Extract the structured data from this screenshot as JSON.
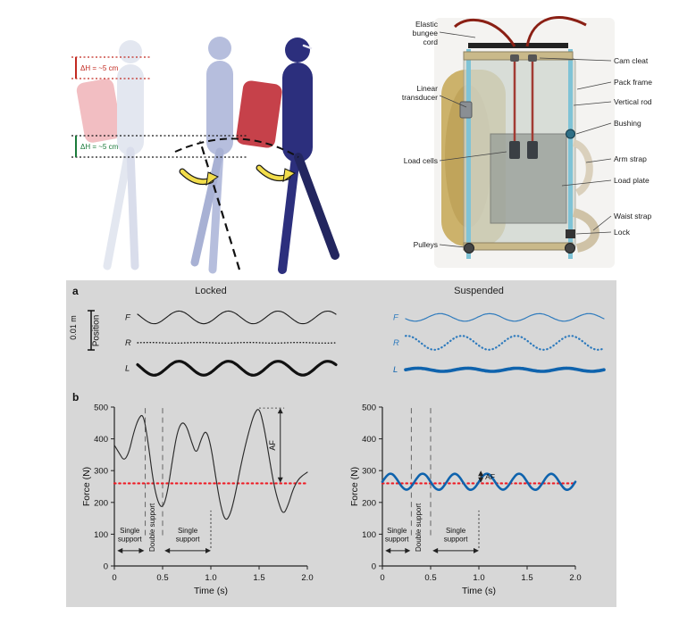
{
  "figure": {
    "panel_a": "a",
    "panel_b": "b"
  },
  "illustration": {
    "dh_upper": "ΔH = ~5 cm",
    "dh_lower": "ΔH = ~5 cm"
  },
  "apparatus": {
    "left": [
      [
        "Elastic",
        "bungee",
        "cord"
      ],
      [
        "Linear",
        "transducer"
      ],
      [
        "Load cells"
      ],
      [
        "Pulleys"
      ]
    ],
    "right": [
      [
        "Cam cleat"
      ],
      [
        "Pack frame"
      ],
      [
        "Vertical rod"
      ],
      [
        "Bushing"
      ],
      [
        "Arm strap"
      ],
      [
        "Load plate"
      ],
      [
        "Waist strap"
      ],
      [
        "Lock"
      ]
    ]
  },
  "colors": {
    "panel_bg": "#d7d7d7",
    "red_dotted_line": "#ee1c25",
    "suspended_blue": "#0f63ad",
    "navy_figure": "#2c2f7d",
    "pink_pack": "#f0b3b8",
    "red_pack": "#c6414a",
    "yellow_arrow": "#f2dd4b"
  },
  "chart_data": [
    {
      "id": "position_locked",
      "kind": "position",
      "type": "line",
      "title": "Locked",
      "ylabel": "Position",
      "scalebar_label": "0.01 m",
      "scalebar_m": 0.01,
      "x_range_s": [
        0,
        2
      ],
      "ylim_m": [
        -0.013,
        0.014
      ],
      "series": [
        {
          "name": "F",
          "color": "#1a1a1a",
          "width": 1.1,
          "dash": "",
          "offset_m": 0.0085,
          "amplitude_m": 0.002,
          "period_s": 0.5,
          "phase_deg": 150
        },
        {
          "name": "R",
          "color": "#1a1a1a",
          "width": 1.4,
          "dash": "0.5,3",
          "offset_m": 0.0005,
          "amplitude_m": 0.0001,
          "period_s": 0.5,
          "phase_deg": 0
        },
        {
          "name": "L",
          "color": "#111111",
          "width": 3.2,
          "dash": "",
          "offset_m": -0.0075,
          "amplitude_m": 0.0022,
          "period_s": 0.5,
          "phase_deg": 150
        }
      ]
    },
    {
      "id": "position_suspended",
      "kind": "position",
      "type": "line",
      "title": "Suspended",
      "ylabel": "Position",
      "x_range_s": [
        0,
        2
      ],
      "ylim_m": [
        -0.013,
        0.014
      ],
      "series": [
        {
          "name": "F",
          "color": "#2f7bbd",
          "width": 1.2,
          "dash": "",
          "offset_m": 0.0085,
          "amplitude_m": 0.0012,
          "period_s": 0.5,
          "phase_deg": 200
        },
        {
          "name": "R",
          "color": "#2f7bbd",
          "width": 2.2,
          "dash": "0.5,3.6",
          "offset_m": 0.0005,
          "amplitude_m": 0.0022,
          "period_s": 0.55,
          "phase_deg": 80
        },
        {
          "name": "L",
          "color": "#0f63ad",
          "width": 3.6,
          "dash": "",
          "offset_m": -0.008,
          "amplitude_m": 0.0005,
          "period_s": 0.5,
          "phase_deg": 0
        }
      ]
    },
    {
      "id": "force_locked",
      "kind": "force",
      "type": "line",
      "ylabel": "Force (N)",
      "xlabel": "Time (s)",
      "xlim": [
        0,
        2
      ],
      "ylim": [
        0,
        500
      ],
      "xtick_vals": [
        0,
        0.5,
        1,
        1.5,
        2
      ],
      "xtick_labels": [
        "0",
        "0.5",
        "1.0",
        "1.5",
        "2.0"
      ],
      "ytick_vals": [
        0,
        100,
        200,
        300,
        400,
        500
      ],
      "ytick_labels": [
        "0",
        "100",
        "200",
        "300",
        "400",
        "500"
      ],
      "x_start_s": 0,
      "x_step_s": 0.05,
      "color": "#2b2b2b",
      "width": 1.15,
      "values": [
        380,
        355,
        330,
        355,
        420,
        465,
        480,
        390,
        270,
        200,
        180,
        230,
        330,
        420,
        455,
        440,
        390,
        350,
        400,
        430,
        380,
        280,
        190,
        140,
        160,
        220,
        300,
        370,
        430,
        480,
        500,
        440,
        350,
        260,
        200,
        160,
        190,
        240,
        270,
        285,
        295
      ],
      "mean_line": {
        "y": 260,
        "color": "#ee1c25"
      },
      "vlines": [
        0.32,
        0.5
      ],
      "af": {
        "x": 1.72,
        "y1": 262,
        "y2": 497,
        "label": "AF",
        "rot": true,
        "guide": {
          "x1": 1.5,
          "x2": 1.76,
          "y": 497
        }
      },
      "supports": [
        {
          "type": "span",
          "x1": 0.03,
          "x2": 0.31,
          "cx": 0.16,
          "lines": [
            "Single",
            "support"
          ]
        },
        {
          "type": "rot",
          "x": 0.415,
          "text": "Double support"
        },
        {
          "type": "span",
          "x1": 0.52,
          "x2": 1.0,
          "cx": 0.76,
          "lines": [
            "Single",
            "support"
          ],
          "end_tick": true
        }
      ]
    },
    {
      "id": "force_suspended",
      "kind": "force",
      "type": "line",
      "ylabel": "Force (N)",
      "xlabel": "Time (s)",
      "xlim": [
        0,
        2
      ],
      "ylim": [
        0,
        500
      ],
      "xtick_vals": [
        0,
        0.5,
        1,
        1.5,
        2
      ],
      "xtick_labels": [
        "0",
        "0.5",
        "1.0",
        "1.5",
        "2.0"
      ],
      "ytick_vals": [
        0,
        100,
        200,
        300,
        400,
        500
      ],
      "ytick_labels": [
        "0",
        "100",
        "200",
        "300",
        "400",
        "500"
      ],
      "x_start_s": 0,
      "x_step_s": 0.05,
      "color": "#0f63ad",
      "width": 2.6,
      "values": [
        265,
        288,
        292,
        274,
        249,
        237,
        249,
        274,
        292,
        288,
        265,
        242,
        238,
        256,
        281,
        293,
        281,
        256,
        238,
        242,
        265,
        288,
        292,
        274,
        249,
        237,
        249,
        274,
        292,
        288,
        265,
        242,
        238,
        256,
        281,
        293,
        281,
        256,
        238,
        242,
        265
      ],
      "mean_line": {
        "y": 260,
        "color": "#ee1c25"
      },
      "vlines": [
        0.3,
        0.5
      ],
      "af": {
        "x": 1.02,
        "y1": 262,
        "y2": 300,
        "label": "AF",
        "rot": false
      },
      "supports": [
        {
          "type": "span",
          "x1": 0.03,
          "x2": 0.29,
          "cx": 0.15,
          "lines": [
            "Single",
            "support"
          ]
        },
        {
          "type": "rot",
          "x": 0.4,
          "text": "Double support"
        },
        {
          "type": "span",
          "x1": 0.52,
          "x2": 1.0,
          "cx": 0.76,
          "lines": [
            "Single",
            "support"
          ],
          "end_tick": true
        }
      ]
    }
  ]
}
